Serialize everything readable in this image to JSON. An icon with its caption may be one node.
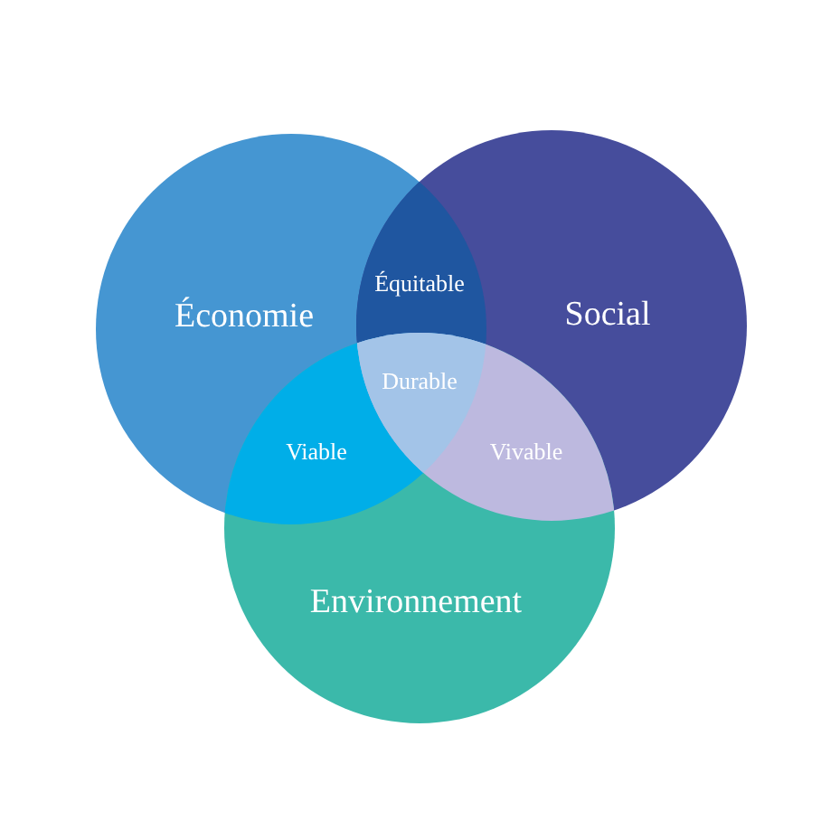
{
  "diagram": {
    "nodes": [
      {
        "text": [
          "Économie"
        ]
      },
      {
        "text": [
          "Social"
        ]
      },
      {
        "text": [
          "Environnement"
        ]
      },
      {
        "text": [
          "Équitable"
        ]
      },
      {
        "text": [
          "Viable"
        ]
      },
      {
        "text": [
          "Vivable"
        ]
      },
      {
        "text": [
          "Durable"
        ]
      }
    ]
  }
}
